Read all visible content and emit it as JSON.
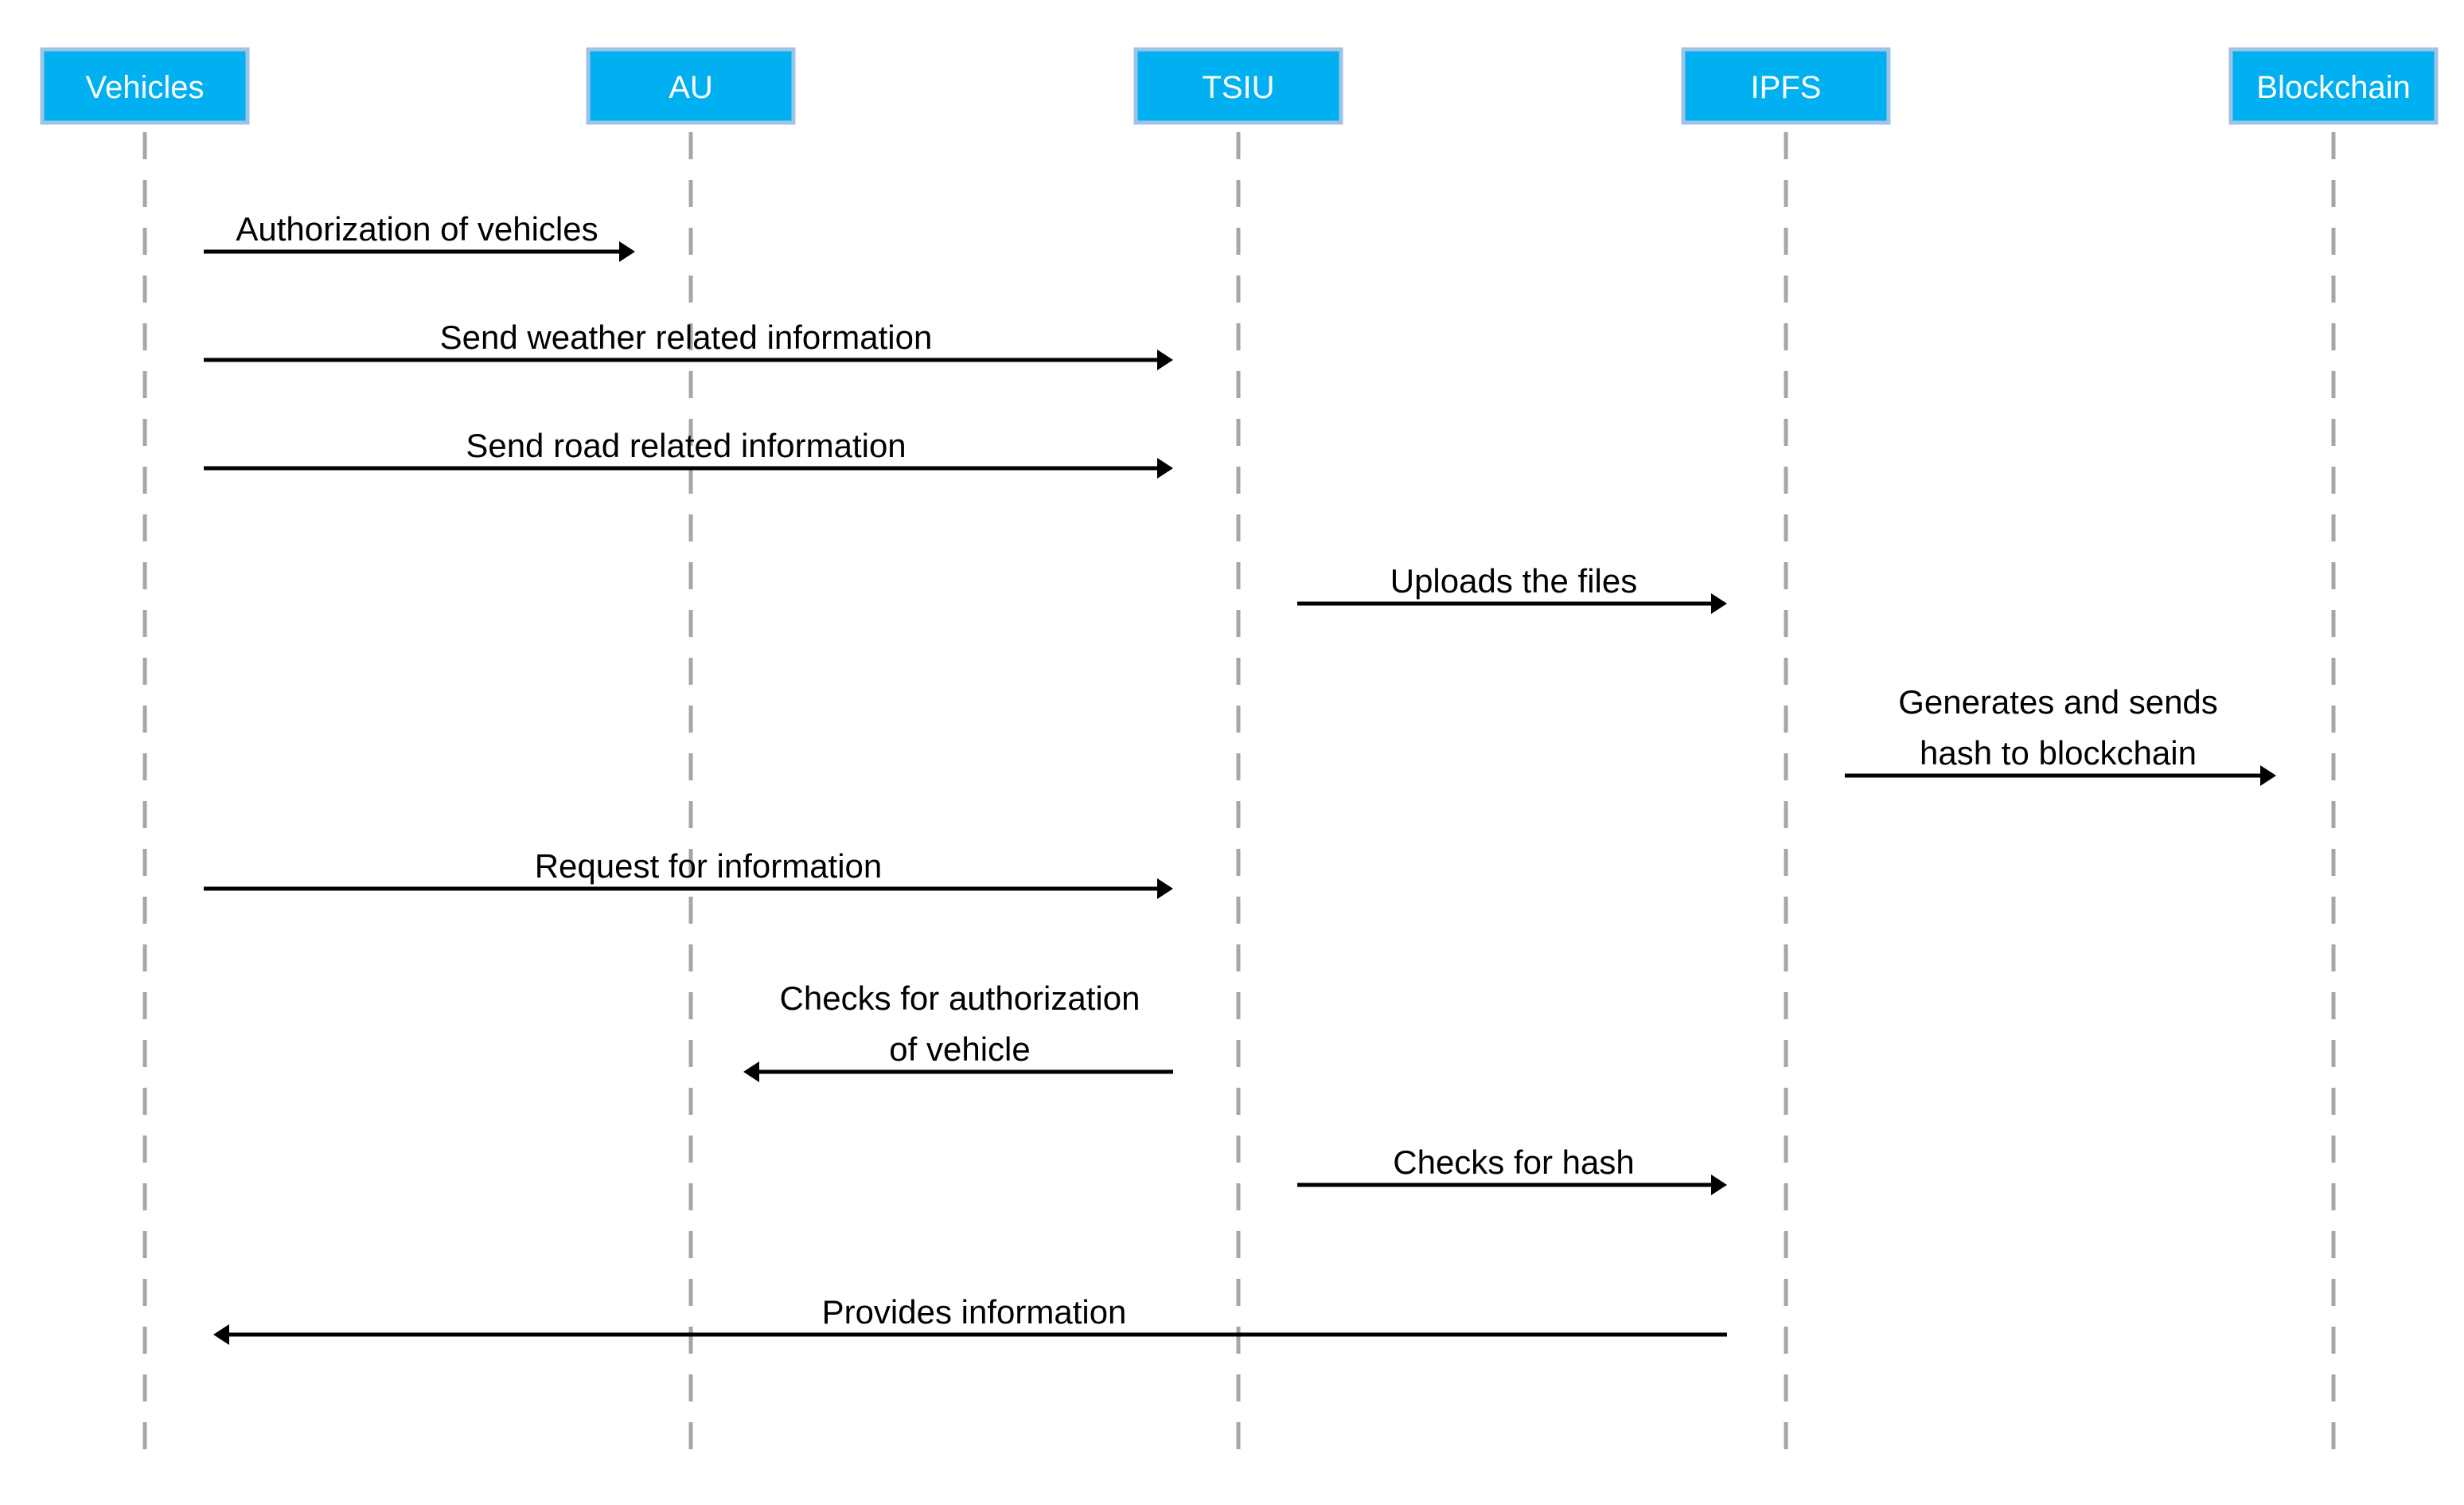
{
  "actors": [
    {
      "id": "vehicles",
      "label": "Vehicles"
    },
    {
      "id": "au",
      "label": "AU"
    },
    {
      "id": "tsiu",
      "label": "TSIU"
    },
    {
      "id": "ipfs",
      "label": "IPFS"
    },
    {
      "id": "blockchain",
      "label": "Blockchain"
    }
  ],
  "messages": [
    {
      "id": "authorization",
      "from": "vehicles",
      "to": "au",
      "lines": [
        "Authorization of vehicles"
      ]
    },
    {
      "id": "weather",
      "from": "vehicles",
      "to": "tsiu",
      "lines": [
        "Send weather related information"
      ]
    },
    {
      "id": "road",
      "from": "vehicles",
      "to": "tsiu",
      "lines": [
        "Send road related information"
      ]
    },
    {
      "id": "upload",
      "from": "tsiu",
      "to": "ipfs",
      "lines": [
        "Uploads the files"
      ]
    },
    {
      "id": "hash",
      "from": "ipfs",
      "to": "blockchain",
      "lines": [
        "Generates and sends",
        "hash to blockchain"
      ]
    },
    {
      "id": "request",
      "from": "vehicles",
      "to": "tsiu",
      "lines": [
        "Request for information"
      ]
    },
    {
      "id": "check-auth",
      "from": "tsiu",
      "to": "au",
      "lines": [
        "Checks for authorization",
        "of vehicle"
      ]
    },
    {
      "id": "check-hash",
      "from": "tsiu",
      "to": "ipfs",
      "lines": [
        "Checks for hash"
      ]
    },
    {
      "id": "provide",
      "from": "ipfs",
      "to": "vehicles",
      "lines": [
        "Provides information"
      ]
    }
  ]
}
